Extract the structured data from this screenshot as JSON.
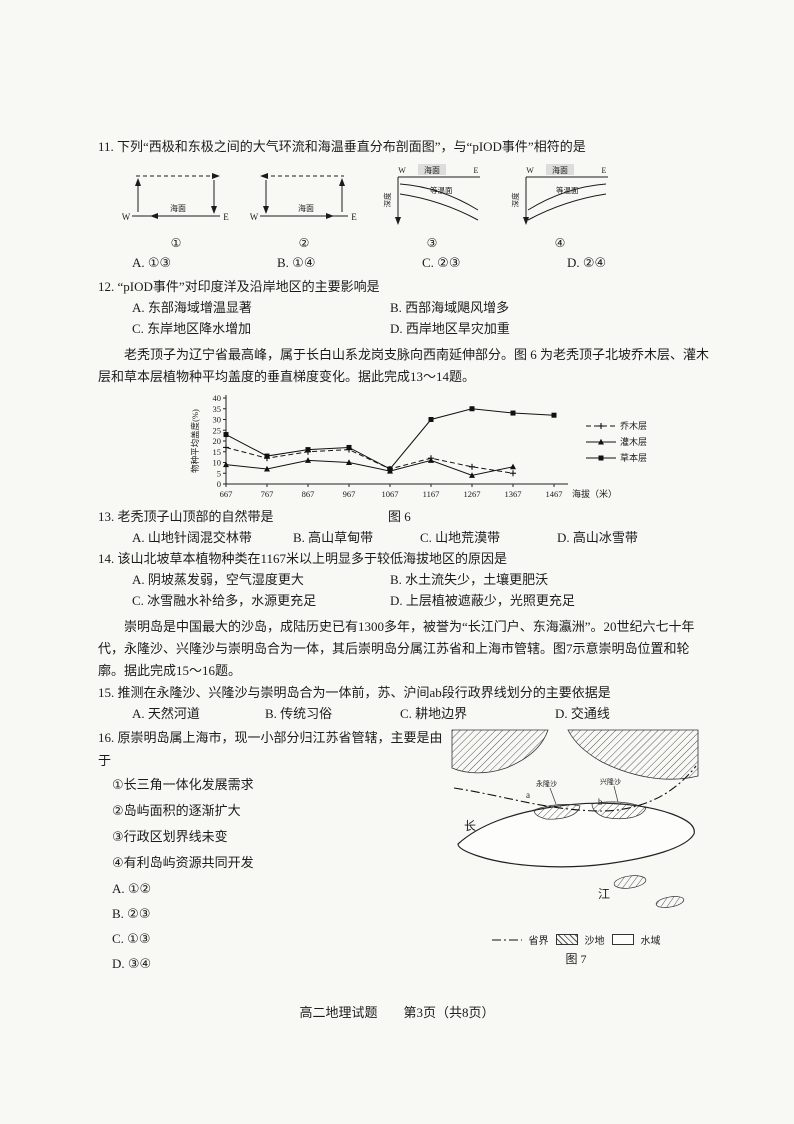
{
  "page": {
    "footer": "高二地理试题　　第3页（共8页）"
  },
  "q11": {
    "stem": "11. 下列“西极和东极之间的大气环流和海温垂直分布剖面图”，与“pIOD事件”相符的是",
    "diagrams": {
      "d1": {
        "num": "①",
        "w": "W",
        "e": "E",
        "sea": "海面"
      },
      "d2": {
        "num": "②",
        "w": "W",
        "e": "E",
        "sea": "海面"
      },
      "d3": {
        "num": "③",
        "w": "W",
        "e": "E",
        "surface": "海面",
        "depth": "深度",
        "iso": "等温面"
      },
      "d4": {
        "num": "④",
        "w": "W",
        "e": "E",
        "surface": "海面",
        "depth": "深度",
        "iso": "等温面"
      }
    },
    "options": [
      "A. ①③",
      "B. ①④",
      "C. ②③",
      "D. ②④"
    ]
  },
  "q12": {
    "stem": "12. “pIOD事件”对印度洋及沿岸地区的主要影响是",
    "options": [
      "A. 东部海域增温显著",
      "B. 西部海域飓风增多",
      "C. 东岸地区降水增加",
      "D. 西岸地区旱灾加重"
    ]
  },
  "passage1": "老秃顶子为辽宁省最高峰，属于长白山系龙岗支脉向西南延伸部分。图 6 为老秃顶子北坡乔木层、灌木层和草本层植物种平均盖度的垂直梯度变化。据此完成13～14题。",
  "figure6": {
    "caption": "图 6"
  },
  "q13": {
    "stem": "13. 老秃顶子山顶部的自然带是",
    "options": [
      "A. 山地针阔混交林带",
      "B. 高山草甸带",
      "C. 山地荒漠带",
      "D. 高山冰雪带"
    ]
  },
  "q14": {
    "stem": "14. 该山北坡草本植物种类在1167米以上明显多于较低海拔地区的原因是",
    "options": [
      "A. 阴坡蒸发弱，空气湿度更大",
      "B. 水土流失少，土壤更肥沃",
      "C. 冰雪融水补给多，水源更充足",
      "D. 上层植被遮蔽少，光照更充足"
    ]
  },
  "passage2": "崇明岛是中国最大的沙岛，成陆历史已有1300多年，被誉为“长江门户、东海瀛洲”。20世纪六七十年代，永隆沙、兴隆沙与崇明岛合为一体，其后崇明岛分属江苏省和上海市管辖。图7示意崇明岛位置和轮廓。据此完成15～16题。",
  "q15": {
    "stem": "15. 推测在永隆沙、兴隆沙与崇明岛合为一体前，苏、沪间ab段行政界线划分的主要依据是",
    "options": [
      "A. 天然河道",
      "B. 传统习俗",
      "C. 耕地边界",
      "D. 交通线"
    ]
  },
  "q16": {
    "stem": "16. 原崇明岛属上海市，现一小部分归江苏省管辖，主要是由于",
    "items": [
      "①长三角一体化发展需求",
      "②岛屿面积的逐渐扩大",
      "③行政区划界线未变",
      "④有利岛屿资源共同开发"
    ],
    "options": [
      "A. ①②",
      "B. ②③",
      "C. ①③",
      "D. ③④"
    ]
  },
  "figure7": {
    "caption": "图 7",
    "river_char1": "长",
    "river_char2": "江",
    "label_a": "a",
    "label_b": "b",
    "label_yonglongsha": "永隆沙",
    "label_xinglongsha": "兴隆沙",
    "legend": {
      "boundary": "省界",
      "sand": "沙地",
      "water": "水域"
    }
  },
  "chart_data": {
    "type": "line",
    "title": "",
    "xlabel": "海拔（米）",
    "ylabel": "物种平均盖度(%)",
    "ylim": [
      0,
      40
    ],
    "yticks": [
      0,
      5,
      10,
      15,
      20,
      25,
      30,
      35,
      40
    ],
    "grid": false,
    "legend_position": "right",
    "categories": [
      "667",
      "767",
      "867",
      "967",
      "1067",
      "1167",
      "1267",
      "1367",
      "1467"
    ],
    "series": [
      {
        "name": "乔木层",
        "marker": "plus",
        "dash": true,
        "values": [
          17,
          12,
          15,
          16,
          7,
          12,
          8,
          5,
          null
        ]
      },
      {
        "name": "灌木层",
        "marker": "triangle",
        "dash": false,
        "values": [
          9,
          7,
          11,
          10,
          6,
          11,
          4,
          8,
          null
        ]
      },
      {
        "name": "草本层",
        "marker": "square",
        "dash": false,
        "values": [
          23,
          13,
          16,
          17,
          7,
          30,
          35,
          33,
          32
        ]
      }
    ]
  }
}
